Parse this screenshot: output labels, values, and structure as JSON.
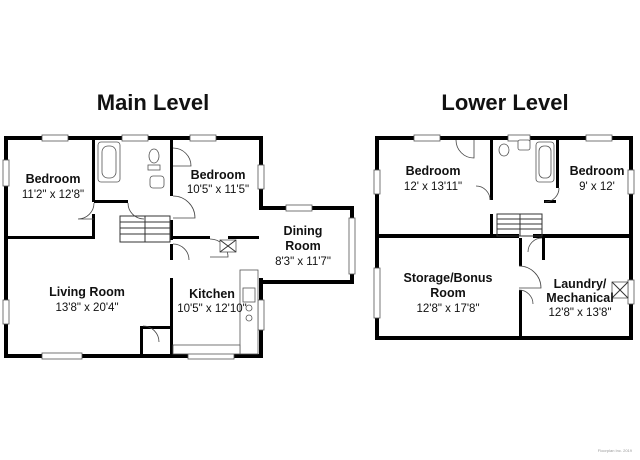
{
  "main_level": {
    "title": "Main Level",
    "rooms": {
      "bedroom_left": {
        "name": "Bedroom",
        "dim": "11'2\" x 12'8\""
      },
      "bedroom_right": {
        "name": "Bedroom",
        "dim": "10'5\" x 11'5\""
      },
      "dining": {
        "name_line1": "Dining",
        "name_line2": "Room",
        "dim": "8'3\" x 11'7\""
      },
      "living": {
        "name": "Living Room",
        "dim": "13'8\" x 20'4\""
      },
      "kitchen": {
        "name": "Kitchen",
        "dim": "10'5\" x 12'10\""
      }
    }
  },
  "lower_level": {
    "title": "Lower Level",
    "rooms": {
      "bedroom_left": {
        "name": "Bedroom",
        "dim": "12' x 13'11\""
      },
      "bedroom_right": {
        "name": "Bedroom",
        "dim": "9' x 12'"
      },
      "storage": {
        "name_line1": "Storage/Bonus",
        "name_line2": "Room",
        "dim": "12'8\" x 17'8\""
      },
      "laundry": {
        "name_line1": "Laundry/",
        "name_line2": "Mechanical",
        "dim": "12'8\" x 13'8\""
      }
    }
  },
  "credit": "Floorplan Inc. 2019"
}
